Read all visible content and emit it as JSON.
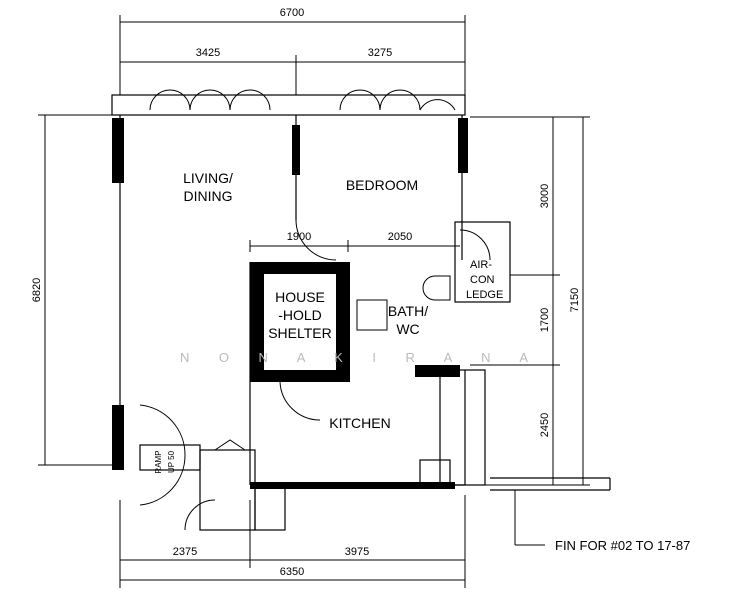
{
  "dimensions": {
    "top_total": "6700",
    "top_left": "3425",
    "top_right": "3275",
    "left_total": "6820",
    "right_top": "3000",
    "right_mid": "1700",
    "right_bottom": "2450",
    "right_total": "7150",
    "inner_left": "1900",
    "inner_right": "2050",
    "bottom_left": "2375",
    "bottom_right": "3975",
    "bottom_total": "6350"
  },
  "rooms": {
    "living_1": "LIVING/",
    "living_2": "DINING",
    "bedroom": "BEDROOM",
    "shelter_1": "HOUSE",
    "shelter_2": "-HOLD",
    "shelter_3": "SHELTER",
    "bath_1": "BATH/",
    "bath_2": "WC",
    "aircon_1": "AIR-",
    "aircon_2": "CON",
    "aircon_3": "LEDGE",
    "kitchen": "KITCHEN",
    "ramp_1": "RAMP",
    "ramp_2": "UP 50"
  },
  "note": "FIN FOR #02 TO 17-87",
  "watermark": "N O N A K I R A N A"
}
